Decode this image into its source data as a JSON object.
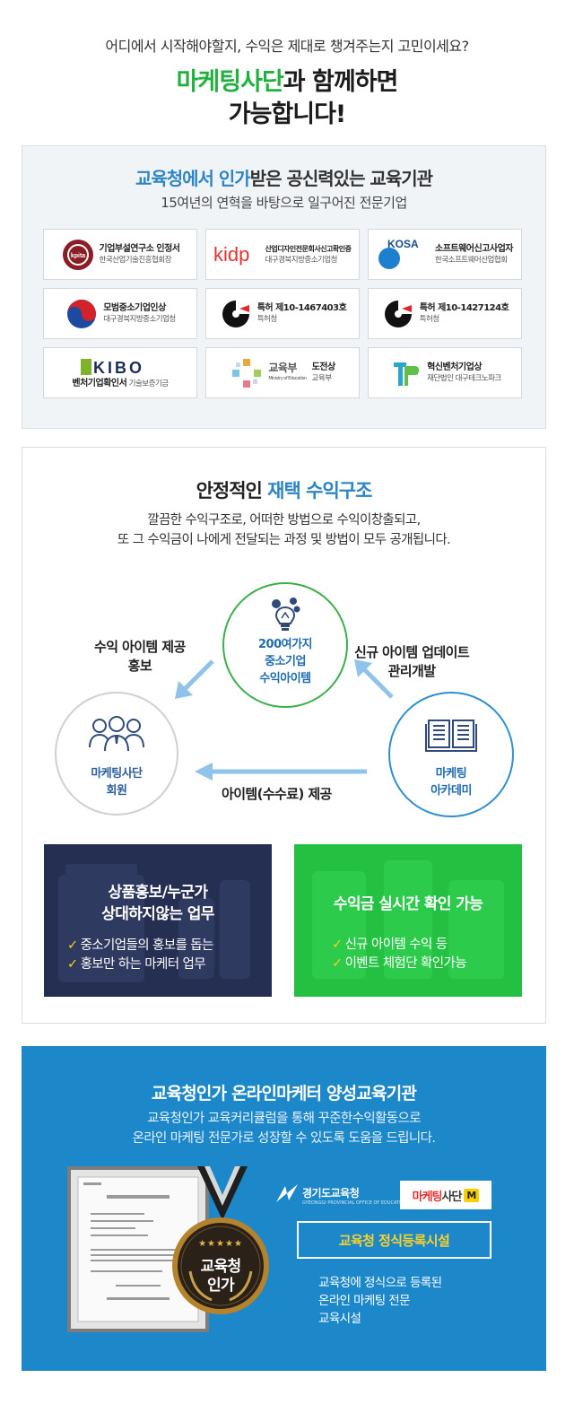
{
  "hero": {
    "subtitle": "어디에서 시작해야할지, 수익은 제대로 챙겨주는지 고민이세요?",
    "title_green": "마케팅사단",
    "title_rest_line1": "과 함께하면",
    "title_line2": "가능합니다!"
  },
  "cert_section": {
    "title_blue": "교육청에서 인가",
    "title_mid": "받은 ",
    "title_bold": "공신력있는 교육기관",
    "subtitle": "15여년의 연혁을 바탕으로 일구어진 전문기업",
    "cards": [
      {
        "line1": "기업부설연구소 인정서",
        "line2": "한국산업기술진흥협회장",
        "logo": "kpita-logo"
      },
      {
        "line1": "산업디자인전문회사신고확인증",
        "line2": "대구경북지방중소기업청",
        "logo": "kidp-logo"
      },
      {
        "line1": "소프트웨어신고사업자",
        "line2": "한국소프트웨어산업협회",
        "logo": "kosa-logo"
      },
      {
        "line1": "모범중소기업인상",
        "line2": "대구경북지방중소기업청",
        "logo": "taegeuk-logo"
      },
      {
        "line1": "특허 제10-1467403호",
        "line2": "특허청",
        "logo": "patent-logo"
      },
      {
        "line1": "특허 제10-1427124호",
        "line2": "특허청",
        "logo": "patent-logo"
      },
      {
        "line1": "벤처기업확인서",
        "line2": "기술보증기금",
        "logo": "kibo-logo"
      },
      {
        "line1": "도전상",
        "line2": "교육부",
        "logo": "moe-logo"
      },
      {
        "line1": "혁신벤처기업상",
        "line2": "재단법인 대구테크노파크",
        "logo": "technopark-logo"
      }
    ],
    "kibo_logo_text": "KIBO",
    "kosa_logo_text": "KOSA",
    "kidp_logo_text": "kidp",
    "kpita_logo_text": "kpita",
    "moe_logo_text": "교육부",
    "moe_logo_sub": "Ministry of Education"
  },
  "structure": {
    "title_normal": "안정적인 ",
    "title_blue": "재택 수익구조",
    "desc_line1": "깔끔한 수익구조로, 어떠한 방법으로 수익이창출되고,",
    "desc_line2": "또 그 수익금이 나에게 전달되는 과정 및 방법이 모두 공개됩니다.",
    "circle_top": [
      "200여가지",
      "중소기업",
      "수익아이템"
    ],
    "circle_left": [
      "마케팅사단",
      "회원"
    ],
    "circle_right": [
      "마케팅",
      "아카데미"
    ],
    "flow_left": [
      "수익 아이템 제공",
      "홍보"
    ],
    "flow_right": [
      "신규 아이템 업데이트",
      "관리개발"
    ],
    "flow_bottom": "아이템(수수료) 제공",
    "box_dark": {
      "title": [
        "상품홍보/누군가",
        "상대하지않는 업무"
      ],
      "items": [
        "중소기업들의 홍보를 돕는",
        "홍보만 하는 마케터 업무"
      ]
    },
    "box_green": {
      "title": [
        "수익금 실시간 확인 가능"
      ],
      "items": [
        "신규 아이템 수익 등",
        "이벤트 체험단 확인가능"
      ]
    },
    "check_mark": "✓",
    "colors": {
      "dark_box": "#252f52",
      "green_box": "#24c042",
      "arrow": "#8fc3ea"
    }
  },
  "edu": {
    "title": "교육청인가 온라인마케터 양성교육기관",
    "desc_line1": "교육청인가 교육커리큘럼을 통해 꾸준한수익활동으로",
    "desc_line2": "온라인 마케팅 전문가로 성장할 수 있도록 도움을 드립니다.",
    "gyeonggi_logo": "경기도교육청",
    "gyeonggi_sub": "GYEONGGI PROVINCIAL OFFICE OF EDUCATION",
    "ms_logo_red": "마케팅",
    "ms_logo_dark": "사단",
    "ms_logo_m": "M",
    "reg_title": "교육청 정식등록시설",
    "reg_desc": [
      "교육청에 정식으로 등록된",
      "온라인 마케팅 전문",
      "교육시설"
    ],
    "medal_stars": "★★★★★",
    "medal_text": [
      "교육청",
      "인가"
    ],
    "colors": {
      "background": "#1c87c9",
      "highlight": "#f8d12e"
    }
  }
}
